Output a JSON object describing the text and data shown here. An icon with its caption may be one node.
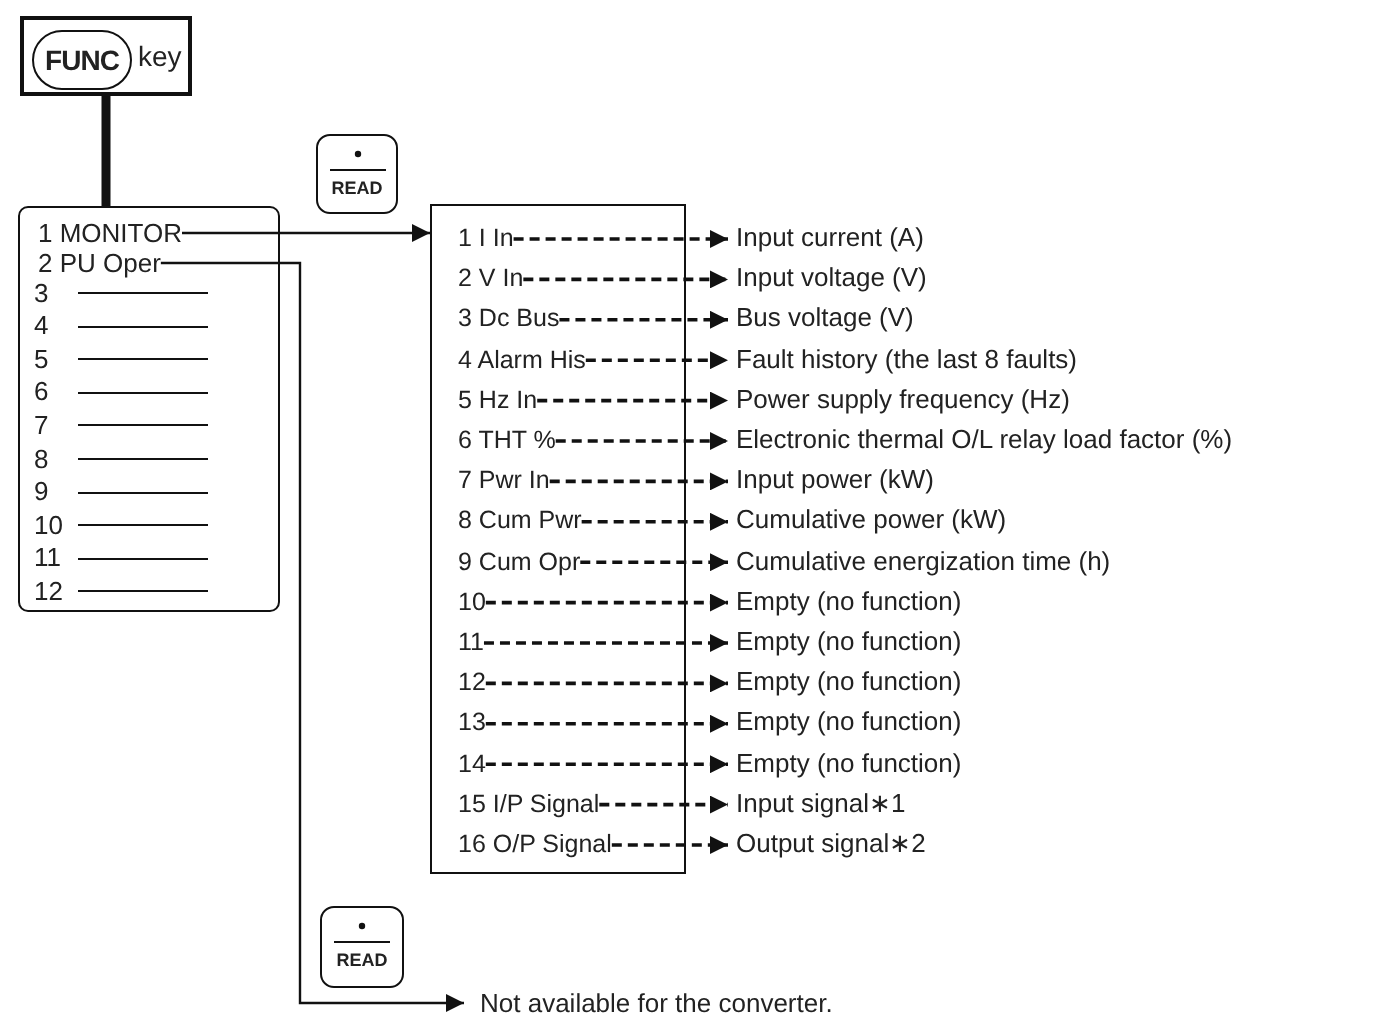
{
  "diagram": {
    "nodes": [
      {
        "text": [
          "key"
        ]
      },
      {
        "text": [
          "FUNC"
        ],
        "in": 0
      },
      {
        "text": [
          "3",
          "4",
          "5",
          "6",
          "7",
          "8",
          "9",
          "10",
          "11",
          "12"
        ]
      },
      {
        "text": [
          "1 MONITOR"
        ],
        "in": 2
      },
      {
        "text": [
          "2 PU Oper"
        ],
        "in": 2
      },
      {
        "text": [
          "READ"
        ]
      },
      {
        "text": [],
        "shape": "box"
      },
      {
        "text": [
          "1 I In"
        ],
        "in": 6
      },
      {
        "text": [
          "2 V In"
        ],
        "in": 6
      },
      {
        "text": [
          "3 Dc Bus"
        ],
        "in": 6
      },
      {
        "text": [
          "4 Alarm His"
        ],
        "in": 6
      },
      {
        "text": [
          "5 Hz In"
        ],
        "in": 6
      },
      {
        "text": [
          "6 THT %"
        ],
        "in": 6
      },
      {
        "text": [
          "7 Pwr In"
        ],
        "in": 6
      },
      {
        "text": [
          "8 Cum Pwr"
        ],
        "in": 6
      },
      {
        "text": [
          "9 Cum Opr"
        ],
        "in": 6
      },
      {
        "text": [
          "10"
        ],
        "in": 6
      },
      {
        "text": [
          "11"
        ],
        "in": 6
      },
      {
        "text": [
          "12"
        ],
        "in": 6
      },
      {
        "text": [
          "13"
        ],
        "in": 6
      },
      {
        "text": [
          "14"
        ],
        "in": 6
      },
      {
        "text": [
          "15 I/P Signal"
        ],
        "in": 6
      },
      {
        "text": [
          "16 O/P Signal"
        ],
        "in": 6
      },
      {
        "text": [
          "Input current (A)"
        ]
      },
      {
        "text": [
          "Input voltage (V)"
        ]
      },
      {
        "text": [
          "Bus voltage (V)"
        ]
      },
      {
        "text": [
          "Fault history (the last 8 faults)"
        ]
      },
      {
        "text": [
          "Power supply frequency (Hz)"
        ]
      },
      {
        "text": [
          "Electronic thermal O/L relay load factor (%)"
        ]
      },
      {
        "text": [
          "Input power (kW)"
        ]
      },
      {
        "text": [
          "Cumulative power (kW)"
        ]
      },
      {
        "text": [
          "Cumulative energization time (h)"
        ]
      },
      {
        "text": [
          "Empty (no function)"
        ]
      },
      {
        "text": [
          "Empty (no function)"
        ]
      },
      {
        "text": [
          "Empty (no function)"
        ]
      },
      {
        "text": [
          "Empty (no function)"
        ]
      },
      {
        "text": [
          "Empty (no function)"
        ]
      },
      {
        "text": [
          "Input signal∗1"
        ]
      },
      {
        "text": [
          "Output signal∗2"
        ]
      },
      {
        "text": [
          "READ"
        ]
      },
      {
        "text": [
          "Not available for the converter."
        ]
      }
    ],
    "edges": [
      {
        "from": 0,
        "to": 2,
        "arrow": "none",
        "style": "thick"
      },
      {
        "from": 3,
        "to": 6,
        "arrow": "to"
      },
      {
        "from": 4,
        "to": 40,
        "arrow": "to"
      },
      {
        "from": 7,
        "to": 23,
        "arrow": "to",
        "style": "dashed"
      },
      {
        "from": 8,
        "to": 24,
        "arrow": "to",
        "style": "dashed"
      },
      {
        "from": 9,
        "to": 25,
        "arrow": "to",
        "style": "dashed"
      },
      {
        "from": 10,
        "to": 26,
        "arrow": "to",
        "style": "dashed"
      },
      {
        "from": 11,
        "to": 27,
        "arrow": "to",
        "style": "dashed"
      },
      {
        "from": 12,
        "to": 28,
        "arrow": "to",
        "style": "dashed"
      },
      {
        "from": 13,
        "to": 29,
        "arrow": "to",
        "style": "dashed"
      },
      {
        "from": 14,
        "to": 30,
        "arrow": "to",
        "style": "dashed"
      },
      {
        "from": 15,
        "to": 31,
        "arrow": "to",
        "style": "dashed"
      },
      {
        "from": 16,
        "to": 32,
        "arrow": "to",
        "style": "dashed"
      },
      {
        "from": 17,
        "to": 33,
        "arrow": "to",
        "style": "dashed"
      },
      {
        "from": 18,
        "to": 34,
        "arrow": "to",
        "style": "dashed"
      },
      {
        "from": 19,
        "to": 35,
        "arrow": "to",
        "style": "dashed"
      },
      {
        "from": 20,
        "to": 36,
        "arrow": "to",
        "style": "dashed"
      },
      {
        "from": 21,
        "to": 37,
        "arrow": "to",
        "style": "dashed"
      },
      {
        "from": 22,
        "to": 38,
        "arrow": "to",
        "style": "dashed"
      }
    ]
  }
}
